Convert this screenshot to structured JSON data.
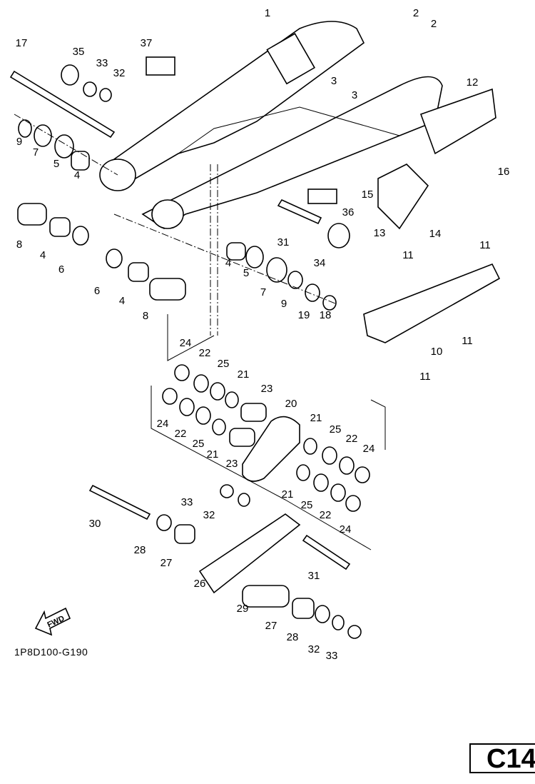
{
  "diagram": {
    "callouts": [
      "1",
      "2",
      "2",
      "3",
      "3",
      "12",
      "17",
      "35",
      "33",
      "32",
      "37",
      "9",
      "7",
      "5",
      "4",
      "16",
      "15",
      "36",
      "14",
      "13",
      "31",
      "34",
      "11",
      "11",
      "8",
      "4",
      "6",
      "4",
      "5",
      "6",
      "4",
      "8",
      "7",
      "9",
      "19",
      "18",
      "10",
      "11",
      "11",
      "24",
      "22",
      "25",
      "21",
      "23",
      "20",
      "24",
      "22",
      "25",
      "21",
      "23",
      "21",
      "25",
      "22",
      "24",
      "21",
      "25",
      "22",
      "24",
      "33",
      "32",
      "30",
      "28",
      "27",
      "26",
      "31",
      "29",
      "27",
      "28",
      "32",
      "33"
    ],
    "fwd_label": "FWD",
    "drawing_code": "1P8D100-G190",
    "page_ref": "C14"
  }
}
